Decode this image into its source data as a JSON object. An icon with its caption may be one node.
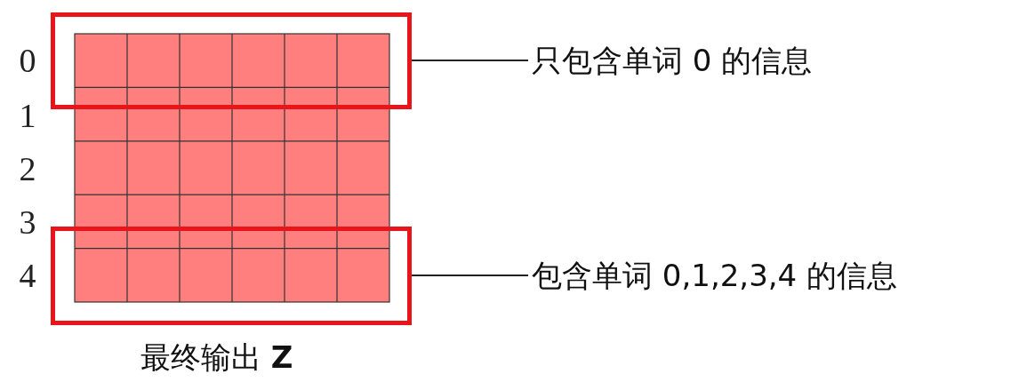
{
  "diagram": {
    "caption": "最终输出 **Z**",
    "nodes": [
      {
        "text": [],
        "shape": "box"
      },
      {
        "text": [
          "只包含单词 0 的信息"
        ]
      },
      {
        "text": [],
        "shape": "box"
      },
      {
        "text": [
          "包含单词 0,1,2,3,4 的信息"
        ]
      }
    ],
    "edges": [
      {
        "from": 0,
        "to": 1,
        "arrow": "none"
      },
      {
        "from": 2,
        "to": 3,
        "arrow": "none"
      }
    ],
    "labels": [
      "0",
      "1",
      "2",
      "3",
      "4"
    ]
  }
}
